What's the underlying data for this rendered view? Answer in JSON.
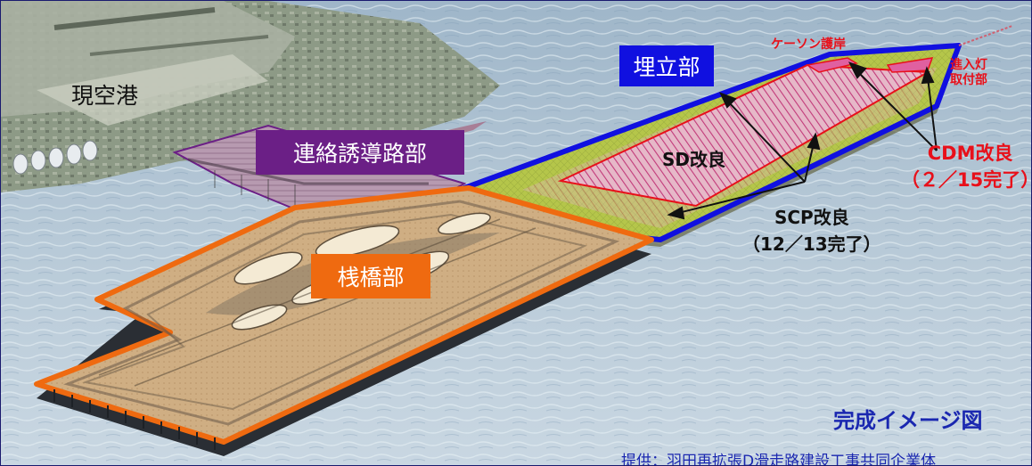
{
  "labels": {
    "umetate": "埋立部",
    "genkuko": "現空港",
    "renraku": "連絡誘導路部",
    "sankyo": "桟橋部",
    "caisson": "ケーソン護岸",
    "shinyu_line1": "進入灯",
    "shinyu_line2": "取付部",
    "cdm_line1": "CDM改良",
    "cdm_line2": "（２／15完了）",
    "sd": "SD改良",
    "scp_line1": "SCP改良",
    "scp_line2": "（12／13完了）",
    "kansei": "完成イメージ図",
    "credit": "提供：羽田再拡張D滑走路建設工事共同企業体"
  },
  "colors": {
    "reclaimed_outline": "#1010e0",
    "pier_outline": "#ef6a10",
    "connection_outline": "#6b1f86",
    "improvement_red": "#e8101a",
    "title_blue": "#1a27b0",
    "reclaimed_fill": "#b5c64a",
    "pier_fill": "#cfae83"
  }
}
